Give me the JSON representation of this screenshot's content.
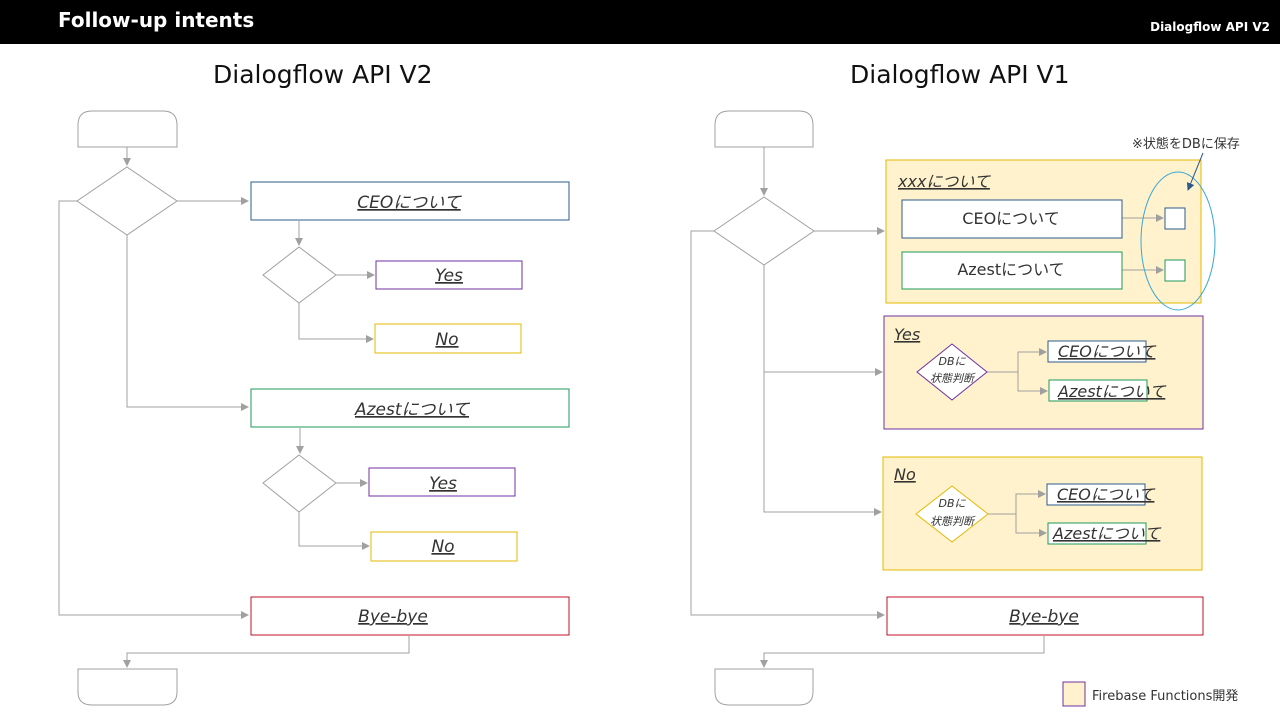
{
  "slide": {
    "title": "Follow-up intents",
    "tag": "Dialogflow API V2"
  },
  "colors": {
    "topbar": "#000000",
    "flow_line": "#a0a0a0",
    "blue": "#2e5b8e",
    "green": "#1e9a5a",
    "purple": "#7030a0",
    "yellow": "#e6b800",
    "red": "#c0102a",
    "firebase_fill": "#fff2cc",
    "circle": "#3aa6d6"
  },
  "v2": {
    "header": "Dialogflow API V2",
    "ceo": "CEOについて",
    "ceo_yes": "Yes",
    "ceo_no": "No",
    "azest": "Azestについて",
    "azest_yes": "Yes",
    "azest_no": "No",
    "bye": "Bye-bye"
  },
  "v1": {
    "header": "Dialogflow API V1",
    "note": "※状態をDBに保存",
    "xxx_label": "xxxについて",
    "xxx_ceo": "CEOについて",
    "xxx_azest": "Azestについて",
    "yes_label": "Yes",
    "yes_db_line1": "DBに",
    "yes_db_line2": "状態判断",
    "yes_ceo": "CEOについて",
    "yes_azest": "Azestについて",
    "no_label": "No",
    "no_db_line1": "DBに",
    "no_db_line2": "状態判断",
    "no_ceo": "CEOについて",
    "no_azest": "Azestについて",
    "bye": "Bye-bye"
  },
  "legend": {
    "label": "Firebase Functions開発"
  }
}
